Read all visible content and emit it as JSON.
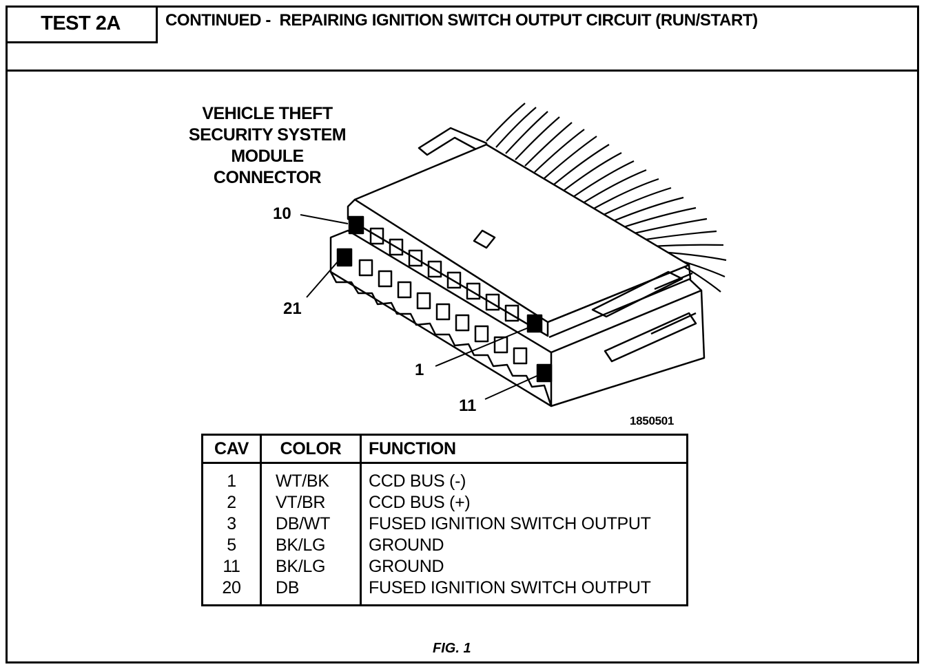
{
  "header": {
    "test_id": "TEST 2A",
    "title": "CONTINUED -  REPAIRING IGNITION SWITCH OUTPUT CIRCUIT (RUN/START)"
  },
  "diagram": {
    "connector_label": [
      "VEHICLE THEFT",
      "SECURITY SYSTEM",
      "MODULE",
      "CONNECTOR"
    ],
    "pin_labels": {
      "pin10": "10",
      "pin21": "21",
      "pin1": "1",
      "pin11": "11"
    },
    "figure_id": "1850501"
  },
  "table": {
    "headers": [
      "CAV",
      "COLOR",
      "FUNCTION"
    ],
    "rows": [
      [
        "1",
        "WT/BK",
        "CCD BUS (-)"
      ],
      [
        "2",
        "VT/BR",
        "CCD BUS (+)"
      ],
      [
        "3",
        "DB/WT",
        "FUSED IGNITION SWITCH OUTPUT"
      ],
      [
        "5",
        "BK/LG",
        "GROUND"
      ],
      [
        "11",
        "BK/LG",
        "GROUND"
      ],
      [
        "20",
        "DB",
        "FUSED IGNITION SWITCH OUTPUT"
      ]
    ]
  },
  "caption": "FIG. 1"
}
